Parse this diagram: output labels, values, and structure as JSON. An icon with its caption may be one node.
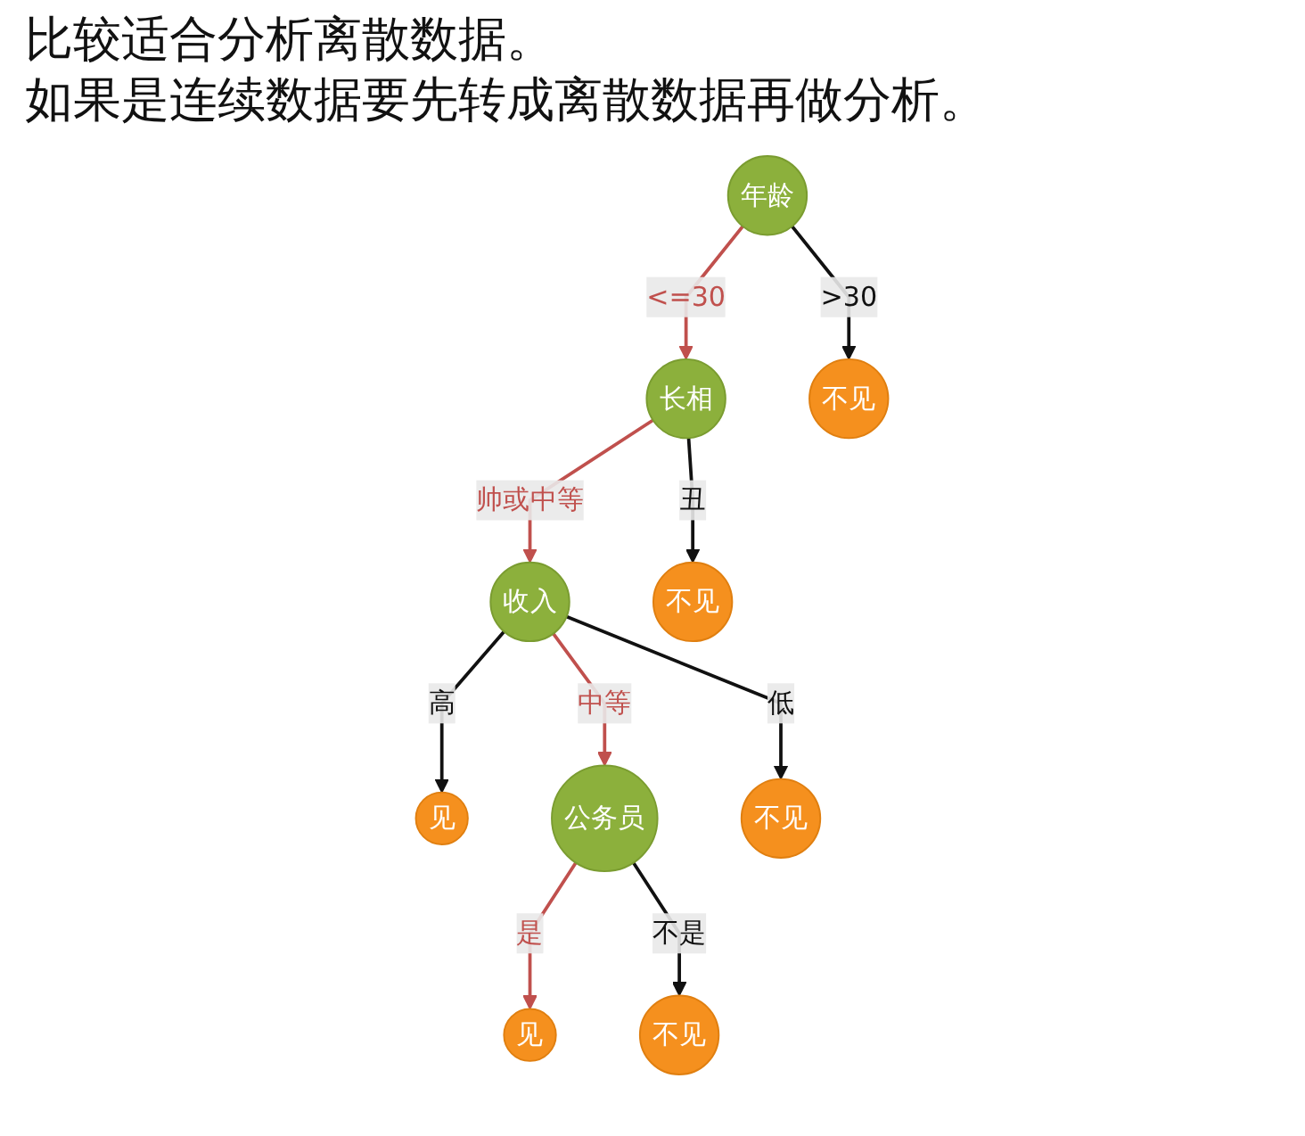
{
  "diagram": {
    "nodes": [
      {
        "text": [
          "年龄"
        ]
      },
      {
        "text": [
          "长相"
        ]
      },
      {
        "text": [
          "不见"
        ]
      },
      {
        "text": [
          "收入"
        ]
      },
      {
        "text": [
          "不见"
        ]
      },
      {
        "text": [
          "见"
        ]
      },
      {
        "text": [
          "公务员"
        ]
      },
      {
        "text": [
          "不见"
        ]
      },
      {
        "text": [
          "见"
        ]
      },
      {
        "text": [
          "不见"
        ]
      }
    ],
    "edges": [
      {
        "from": 0,
        "to": 1,
        "arrow": "to",
        "label": "<=30",
        "color": "#c0504d"
      },
      {
        "from": 0,
        "to": 2,
        "arrow": "to",
        "label": ">30"
      },
      {
        "from": 1,
        "to": 3,
        "arrow": "to",
        "label": "帅或中等",
        "color": "#c0504d"
      },
      {
        "from": 1,
        "to": 4,
        "arrow": "to",
        "label": "丑"
      },
      {
        "from": 3,
        "to": 5,
        "arrow": "to",
        "label": "高"
      },
      {
        "from": 3,
        "to": 6,
        "arrow": "to",
        "label": "中等",
        "color": "#c0504d"
      },
      {
        "from": 3,
        "to": 7,
        "arrow": "to",
        "label": "低"
      },
      {
        "from": 6,
        "to": 8,
        "arrow": "to",
        "label": "是",
        "color": "#c0504d"
      },
      {
        "from": 6,
        "to": 9,
        "arrow": "to",
        "label": "不是"
      }
    ],
    "labels": [
      "比较适合分析离散数据。",
      "如果是连续数据要先转成离散数据再做分析。"
    ]
  }
}
